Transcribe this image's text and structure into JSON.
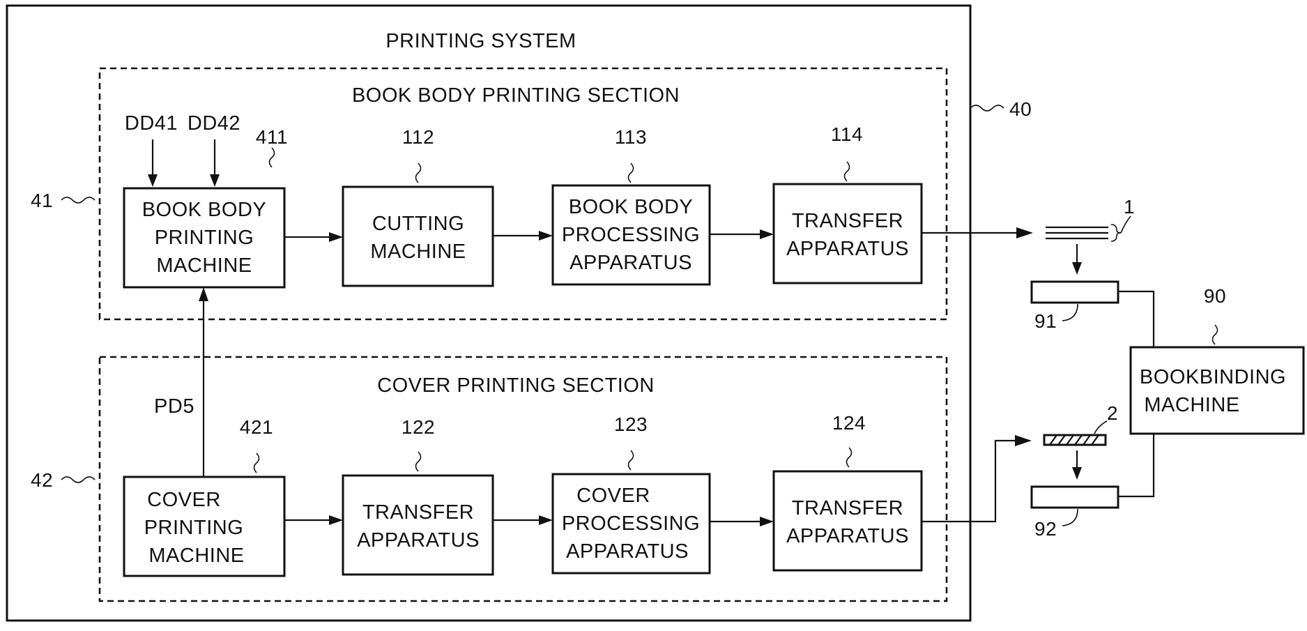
{
  "system": {
    "title": "PRINTING SYSTEM",
    "ref": "40"
  },
  "book_section": {
    "title": "BOOK BODY PRINTING SECTION",
    "ref": "41",
    "inputs": [
      "DD41",
      "DD42"
    ],
    "boxes": [
      {
        "ref": "411",
        "lines": [
          "BOOK BODY",
          "PRINTING",
          "MACHINE"
        ]
      },
      {
        "ref": "112",
        "lines": [
          "CUTTING",
          "MACHINE"
        ]
      },
      {
        "ref": "113",
        "lines": [
          "BOOK BODY",
          "PROCESSING",
          "APPARATUS"
        ]
      },
      {
        "ref": "114",
        "lines": [
          "TRANSFER",
          "APPARATUS"
        ]
      }
    ]
  },
  "cover_section": {
    "title": "COVER PRINTING SECTION",
    "ref": "42",
    "signal": "PD5",
    "boxes": [
      {
        "ref": "421",
        "lines": [
          "COVER",
          "PRINTING",
          "MACHINE"
        ]
      },
      {
        "ref": "122",
        "lines": [
          "TRANSFER",
          "APPARATUS"
        ]
      },
      {
        "ref": "123",
        "lines": [
          "COVER",
          "PROCESSING",
          "APPARATUS"
        ]
      },
      {
        "ref": "124",
        "lines": [
          "TRANSFER",
          "APPARATUS"
        ]
      }
    ]
  },
  "bookbinding": {
    "ref": "90",
    "lines": [
      "BOOKBINDING",
      "MACHINE"
    ],
    "book_body_ref": "1",
    "cover_ref": "2",
    "tray_refs": [
      "91",
      "92"
    ]
  }
}
